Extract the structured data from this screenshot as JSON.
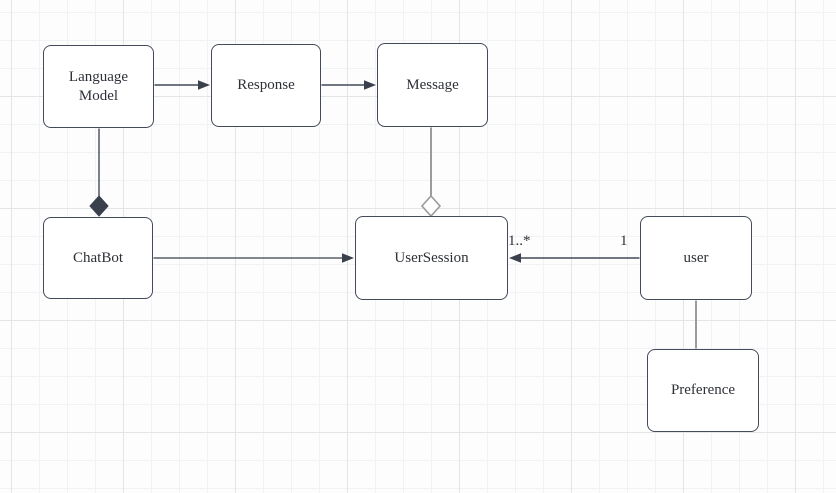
{
  "diagram": {
    "nodes": [
      {
        "id": "language-model",
        "label": "Language Model"
      },
      {
        "id": "response",
        "label": "Response"
      },
      {
        "id": "message",
        "label": "Message"
      },
      {
        "id": "chatbot",
        "label": "ChatBot"
      },
      {
        "id": "user-session",
        "label": "UserSession"
      },
      {
        "id": "user",
        "label": "user"
      },
      {
        "id": "preference",
        "label": "Preference"
      }
    ],
    "edges": [
      {
        "from": "Language Model",
        "to": "Response",
        "style": "arrow",
        "color": "dark"
      },
      {
        "from": "Response",
        "to": "Message",
        "style": "arrow",
        "color": "dark"
      },
      {
        "from": "ChatBot",
        "to": "UserSession",
        "style": "arrow",
        "color": "dark"
      },
      {
        "from": "user",
        "to": "UserSession",
        "style": "arrow",
        "color": "dark",
        "source_label": "1",
        "target_label": "1..*"
      },
      {
        "from": "Language Model",
        "to": "ChatBot",
        "style": "composition-diamond",
        "color": "dark"
      },
      {
        "from": "Message",
        "to": "UserSession",
        "style": "aggregation-diamond",
        "color": "gray"
      },
      {
        "from": "user",
        "to": "Preference",
        "style": "plain",
        "color": "gray"
      }
    ],
    "colors": {
      "node_fill": "#ffffff",
      "node_border": "#434b58",
      "edge_dark": "#434b58",
      "diamond_fill": "#3a414d",
      "edge_gray": "#9b9b9b",
      "text": "#2e3138",
      "grid_minor": "#f0f2f3",
      "grid_major": "#e3e6e8",
      "background": "#fdfdfd"
    }
  }
}
